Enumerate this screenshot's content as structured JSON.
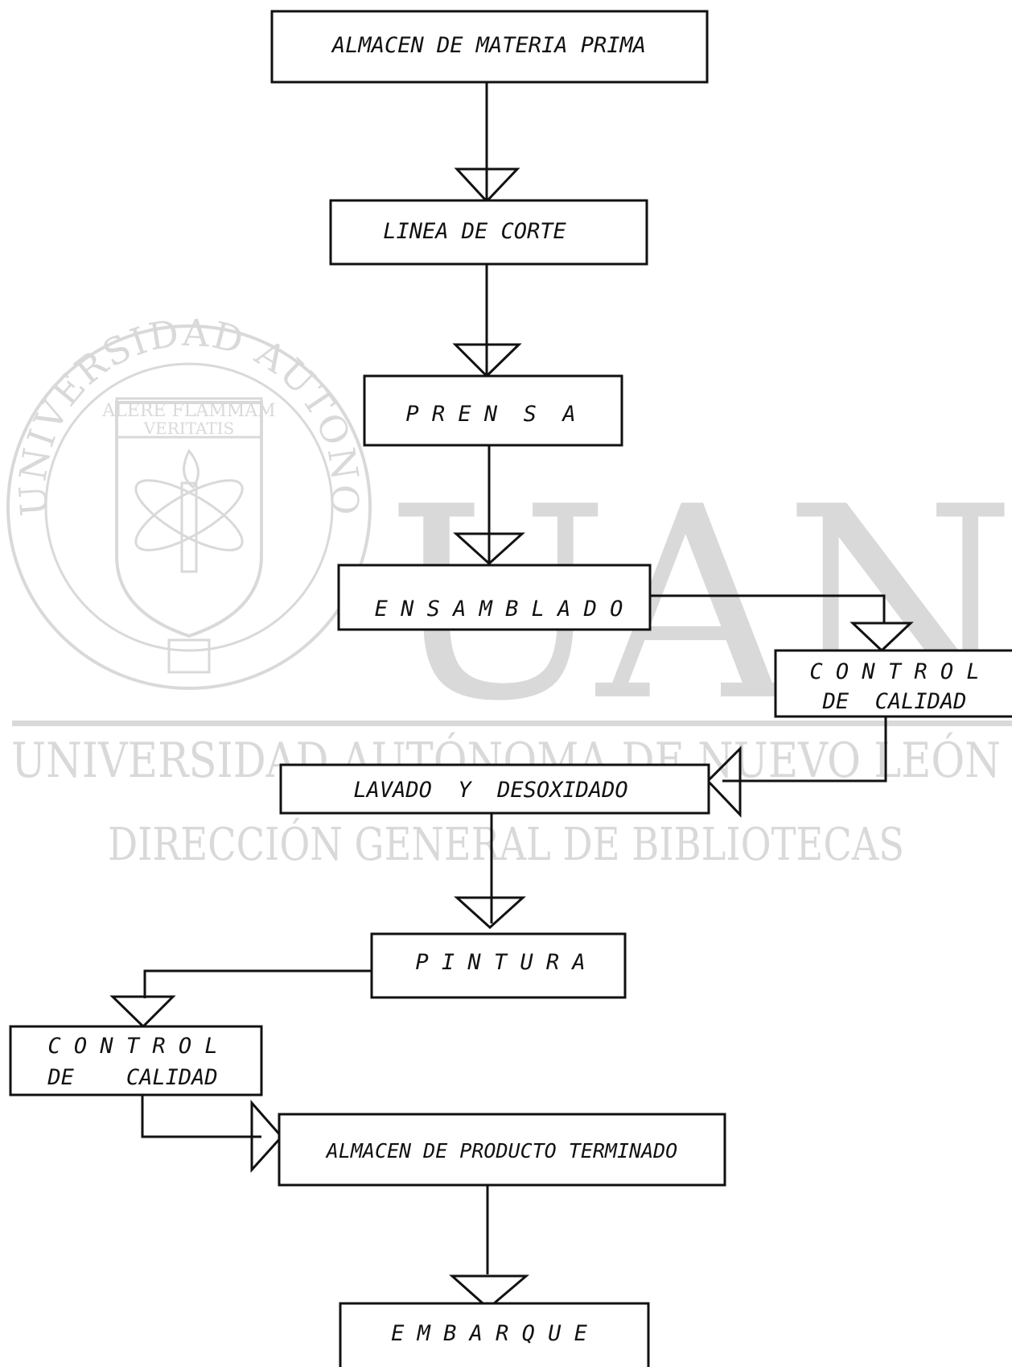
{
  "watermark": {
    "big_letters": "UANL",
    "university_line": "UNIVERSIDAD AUTÓNOMA DE NUEVO LEÓN",
    "library_line": "DIRECCIÓN GENERAL DE BIBLIOTECAS",
    "seal_motto_1": "ALERE FLAMMAM",
    "seal_motto_2": "VERITATIS",
    "seal_ring_text": "UNIVERSIDAD AUTONOMA DE NUEVO LEON",
    "color": "#d9d9d9"
  },
  "flow": {
    "nodes": [
      {
        "id": "almacen-materia-prima",
        "lines": [
          "ALMACEN DE  MATERIA  PRIMA"
        ]
      },
      {
        "id": "linea-de-corte",
        "lines": [
          "LINEA DE CORTE"
        ]
      },
      {
        "id": "prensa",
        "lines": [
          "P R E N  S  A"
        ]
      },
      {
        "id": "ensamblado",
        "lines": [
          "E N S A M B L A D O"
        ]
      },
      {
        "id": "control-calidad-1",
        "lines": [
          "C O N T R O L",
          "DE  CALIDAD"
        ]
      },
      {
        "id": "lavado-desoxidado",
        "lines": [
          "LAVADO  Y  DESOXIDADO"
        ]
      },
      {
        "id": "pintura",
        "lines": [
          "P I N T U R A"
        ]
      },
      {
        "id": "control-calidad-2",
        "lines": [
          "C O N T R O L",
          "DE    CALIDAD"
        ]
      },
      {
        "id": "almacen-producto-terminado",
        "lines": [
          "ALMACEN DE PRODUCTO TERMINADO"
        ]
      },
      {
        "id": "embarque",
        "lines": [
          "E M B A R Q U E"
        ]
      }
    ],
    "edges": [
      {
        "from": "almacen-materia-prima",
        "to": "linea-de-corte"
      },
      {
        "from": "linea-de-corte",
        "to": "prensa"
      },
      {
        "from": "prensa",
        "to": "ensamblado"
      },
      {
        "from": "ensamblado",
        "to": "control-calidad-1"
      },
      {
        "from": "control-calidad-1",
        "to": "lavado-desoxidado"
      },
      {
        "from": "lavado-desoxidado",
        "to": "pintura"
      },
      {
        "from": "pintura",
        "to": "control-calidad-2"
      },
      {
        "from": "control-calidad-2",
        "to": "almacen-producto-terminado"
      },
      {
        "from": "almacen-producto-terminado",
        "to": "embarque"
      }
    ],
    "line_color": "#111111"
  }
}
